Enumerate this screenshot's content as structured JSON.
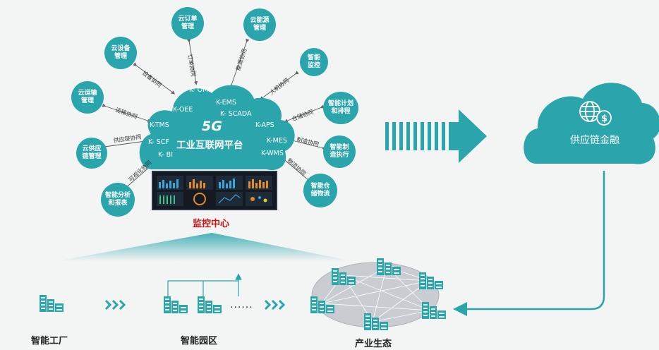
{
  "platform": {
    "badge": "5G",
    "title": "工业互联网平台",
    "modules": [
      "K- OMS",
      "K-OEE",
      "K-EMS",
      "K- SCADA",
      "K-TMS",
      "K-APS",
      "K- SCF",
      "K-MES",
      "K- BI",
      "K-WMS"
    ]
  },
  "satellites": [
    {
      "label": "云订单管理",
      "link": "订单协同"
    },
    {
      "label": "云能源管理",
      "link": "能源协同"
    },
    {
      "label": "云设备管理",
      "link": "设备协同"
    },
    {
      "label": "智能监控",
      "link": "人机协同"
    },
    {
      "label": "云运输管理",
      "link": "运输协同"
    },
    {
      "label": "智能计划和排程",
      "link": "仓储协同"
    },
    {
      "label": "云供应链管理",
      "link": "供应链协同"
    },
    {
      "label": "智能制造执行",
      "link": "制造协同"
    },
    {
      "label": "智能分析和报表",
      "link": "可视化协同"
    },
    {
      "label": "智能仓储物流",
      "link": "物流协同"
    }
  ],
  "monitor": {
    "title": "监控中心"
  },
  "finance": {
    "label": "供应链金融",
    "icon": "globe-dollar-icon"
  },
  "bottom": {
    "factory": "智能工厂",
    "park": "智能园区",
    "ecosystem": "产业生态",
    "ellipsis": "......"
  },
  "colors": {
    "teal": "#2aa5ac",
    "red": "#c81414"
  }
}
